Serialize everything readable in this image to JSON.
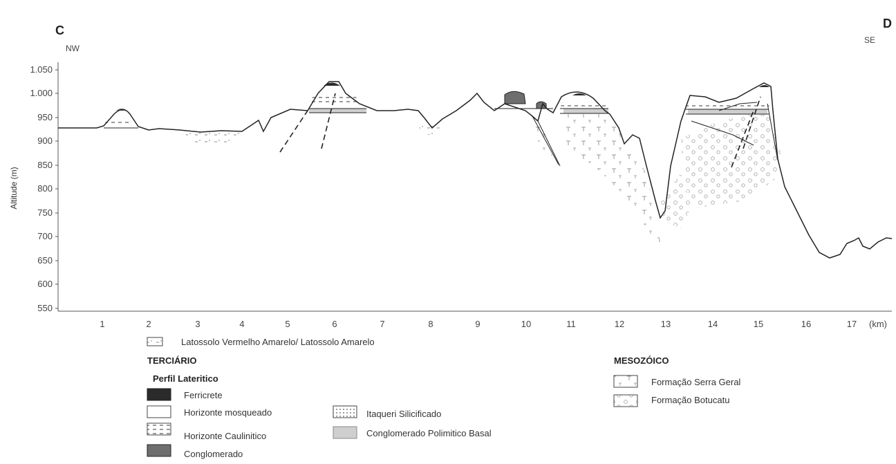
{
  "profile": {
    "start_label": "C",
    "end_label": "D",
    "start_dir": "NW",
    "end_dir": "SE",
    "y_axis_title": "Altitude (m)",
    "y_ticks": [
      "1.050",
      "1.000",
      "950",
      "900",
      "850",
      "800",
      "750",
      "700",
      "650",
      "600",
      "550"
    ],
    "x_ticks": [
      "1",
      "2",
      "3",
      "4",
      "5",
      "6",
      "7",
      "8",
      "9",
      "10",
      "11",
      "12",
      "13",
      "14",
      "15",
      "16",
      "17"
    ],
    "x_unit": "(km)"
  },
  "legend": {
    "soil": "Latossolo Vermelho Amarelo/ Latossolo Amarelo",
    "terciario_title": "TERCIÁRIO",
    "perfil_title": "Perfil Lateritico",
    "ferricrete": "Ferricrete",
    "mosqueado": "Horizonte mosqueado",
    "caulinitico": "Horizonte Caulinitico",
    "conglomerado": "Conglomerado",
    "itaqueri": "Itaqueri Silicificado",
    "conglomerado_basal": "Conglomerado Polimitico Basal",
    "mesozoico_title": "MESOZÓICO",
    "serra_geral": "Formação Serra Geral",
    "botucatu": "Formação Botucatu"
  },
  "colors": {
    "ferricrete": "#2b2b2b",
    "conglomerado": "#6e6e6e",
    "conglomerado_basal": "#cfcfcf",
    "line": "#222222"
  }
}
